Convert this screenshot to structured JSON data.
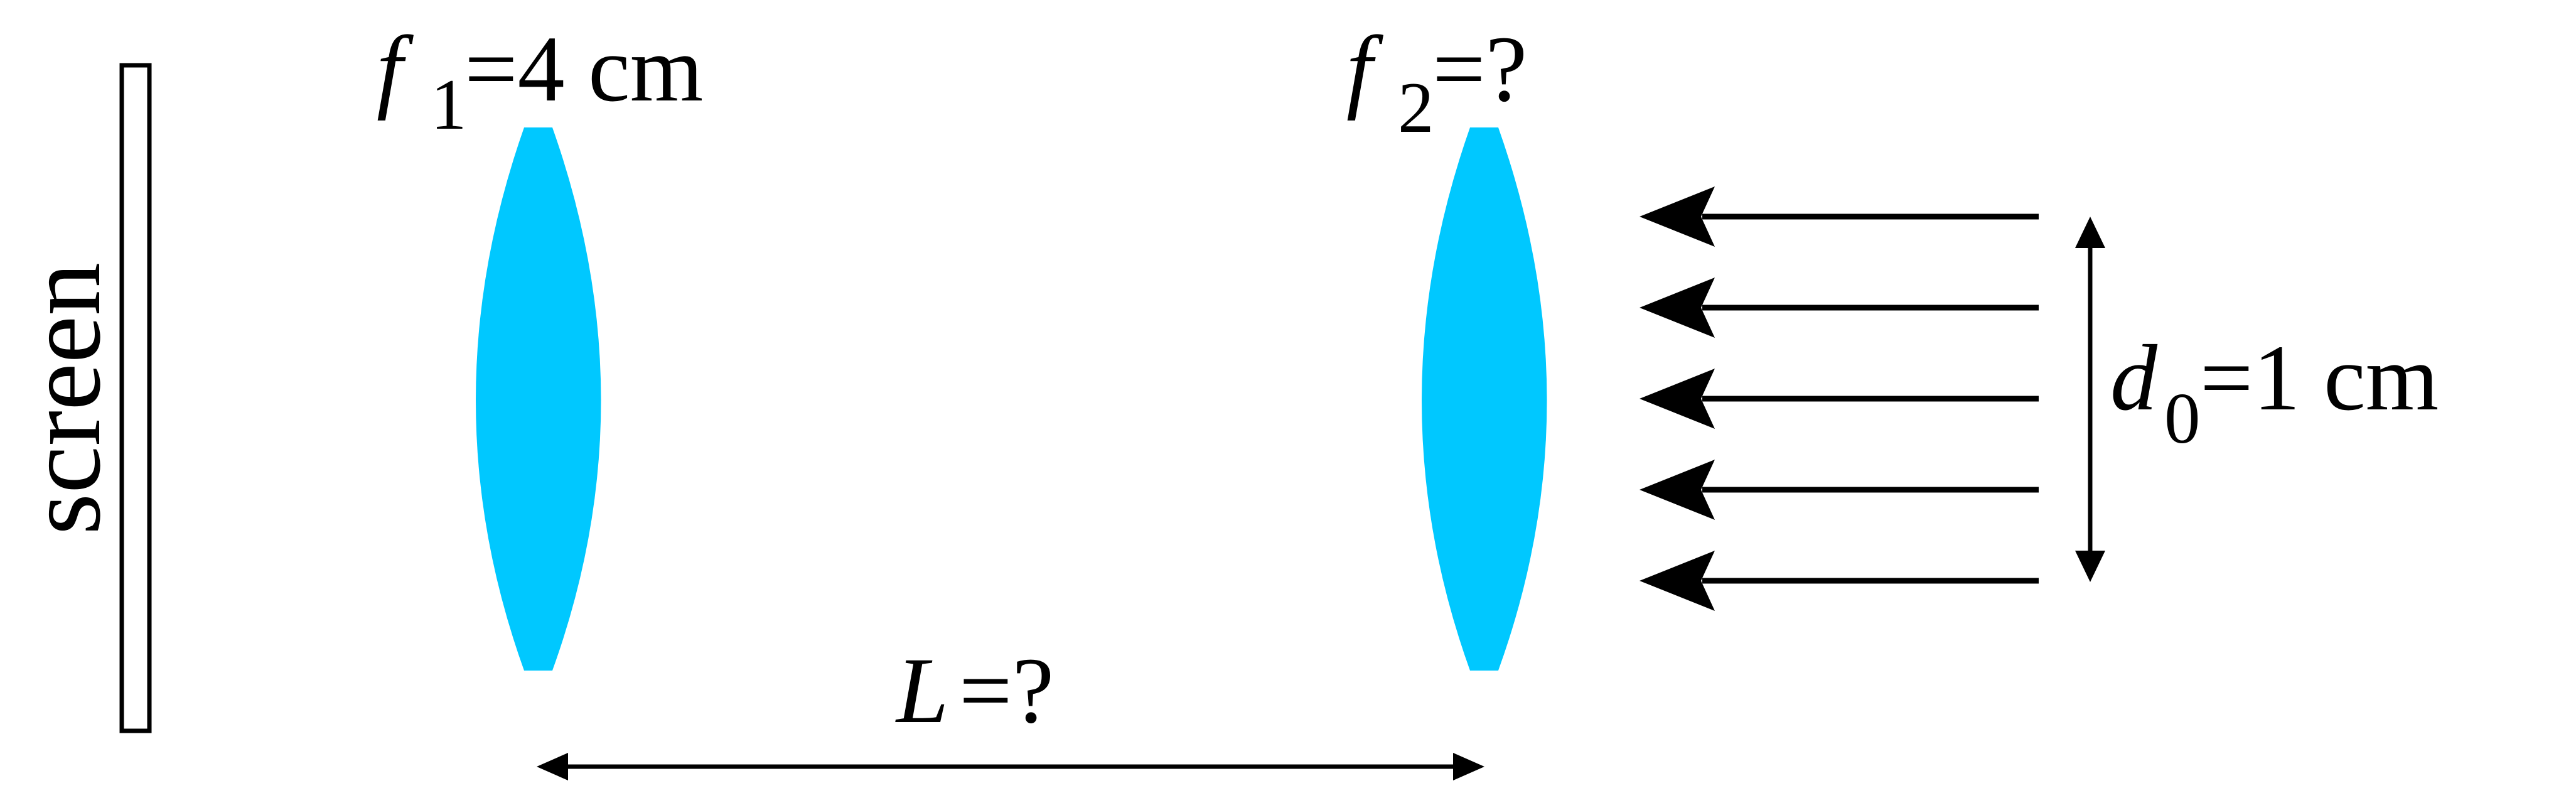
{
  "screen": {
    "label": "screen"
  },
  "lens1": {
    "symbol": "f",
    "subscript": "1",
    "value": "=4 cm"
  },
  "lens2": {
    "symbol": "f",
    "subscript": "2",
    "value": "=?"
  },
  "separation": {
    "symbol": "L",
    "value": "=?"
  },
  "beam": {
    "symbol": "d",
    "subscript": "0",
    "value": "=1 cm",
    "ray_count": 5
  },
  "colors": {
    "lens": "#00c8ff",
    "line": "#000000",
    "background": "#ffffff"
  }
}
